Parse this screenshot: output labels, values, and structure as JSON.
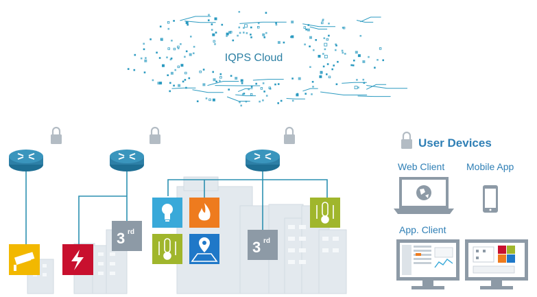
{
  "cloud": {
    "title": "IQPS Cloud"
  },
  "user_devices": {
    "title": "User Devices",
    "web_client": "Web Client",
    "mobile_app": "Mobile App",
    "app_client": "App. Client"
  },
  "third_party": {
    "main": "3",
    "sup": "rd"
  },
  "colors": {
    "accent": "#2b9ac0",
    "connector": "#2a8fb0",
    "router_fill": "#2d7fa6",
    "building": "#e3e9ee",
    "lock": "#b3bcc4",
    "yellow_tile": "#f2b800",
    "red_tile": "#c8102e",
    "orange_tile": "#ee7b1e",
    "blue_tile": "#39a9d9",
    "green_tile": "#a0b62c",
    "map_tile": "#1f78c8",
    "gray_tile": "#8d9aa6"
  },
  "icons": [
    "router-icon",
    "lock-icon",
    "camera-icon",
    "power-icon",
    "bulb-icon",
    "fire-icon",
    "thermometer-icon",
    "map-pin-icon",
    "globe-icon",
    "smartphone-icon",
    "monitor-icon"
  ]
}
